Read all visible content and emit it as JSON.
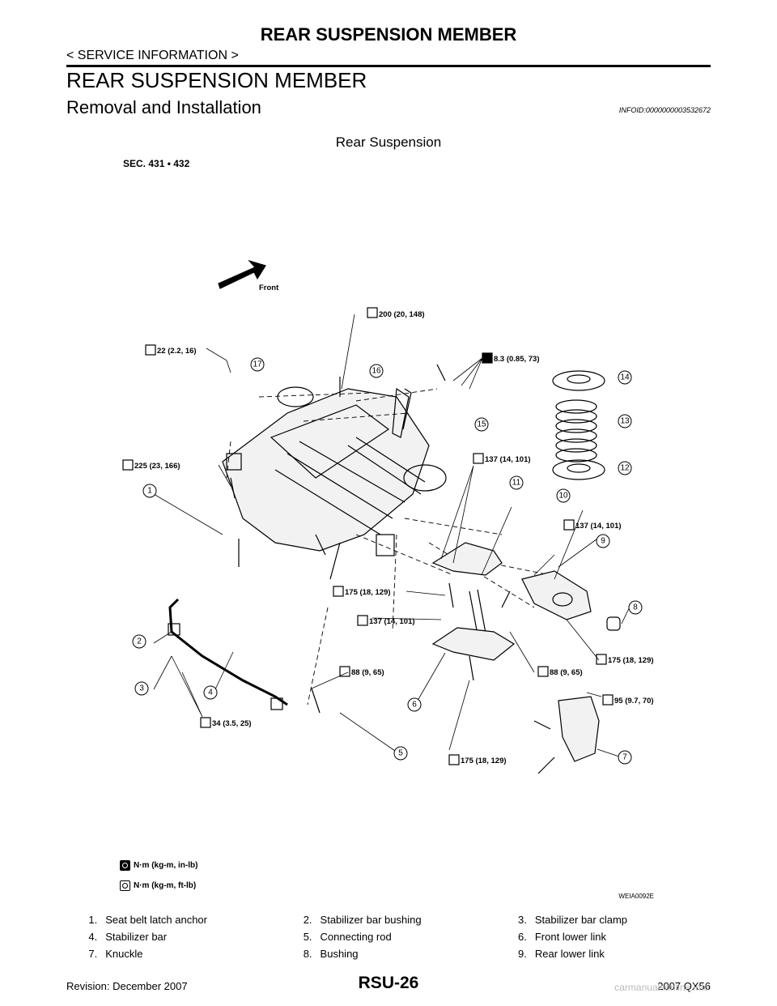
{
  "header": {
    "title": "REAR SUSPENSION MEMBER",
    "subtitle": "< SERVICE INFORMATION >"
  },
  "section": {
    "heading": "REAR SUSPENSION MEMBER",
    "subheading": "Removal and Installation",
    "infoid": "INFOID:0000000003532672"
  },
  "figure": {
    "caption": "Rear Suspension",
    "sec": "SEC. 431 • 432",
    "front_label": "Front",
    "figure_id": "WEIA0092E",
    "torques": {
      "t200": "200 (20, 148)",
      "t22": "22 (2.2, 16)",
      "t8_3": "8.3 (0.85, 73)",
      "t225": "225 (23, 166)",
      "t137a": "137 (14, 101)",
      "t137b": "137 (14, 101)",
      "t137c": "137 (14, 101)",
      "t175a": "175 (18, 129)",
      "t175b": "175 (18, 129)",
      "t175c": "175 (18, 129)",
      "t88a": "88 (9, 65)",
      "t88b": "88 (9, 65)",
      "t95": "95 (9.7, 70)",
      "t34": "34 (3.5, 25)"
    },
    "callouts": [
      "1",
      "2",
      "3",
      "4",
      "5",
      "6",
      "7",
      "8",
      "9",
      "10",
      "11",
      "12",
      "13",
      "14",
      "15",
      "16",
      "17"
    ],
    "legend": {
      "inlb": "N·m (kg-m, in-lb)",
      "ftlb": "N·m (kg-m, ft-lb)"
    }
  },
  "parts": [
    [
      "1.",
      "Seat belt latch anchor",
      "2.",
      "Stabilizer bar bushing",
      "3.",
      "Stabilizer bar clamp"
    ],
    [
      "4.",
      "Stabilizer bar",
      "5.",
      "Connecting rod",
      "6.",
      "Front lower link"
    ],
    [
      "7.",
      "Knuckle",
      "8.",
      "Bushing",
      "9.",
      "Rear lower link"
    ]
  ],
  "footer": {
    "revision": "Revision: December 2007",
    "page": "RSU-26",
    "model": "2007 QX56",
    "watermark": "carmanualsonline.info"
  }
}
